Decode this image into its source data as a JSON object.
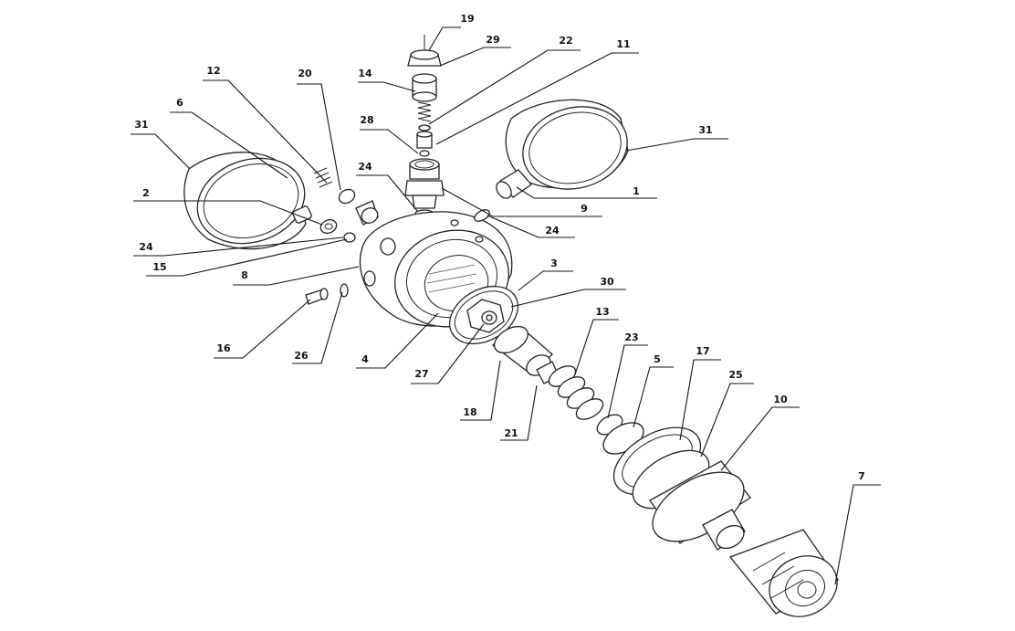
{
  "colors": {
    "line": "#222222",
    "background": "#ffffff"
  },
  "callouts": [
    {
      "id": "c19",
      "label": "19"
    },
    {
      "id": "c29",
      "label": "29"
    },
    {
      "id": "c22",
      "label": "22"
    },
    {
      "id": "c11",
      "label": "11"
    },
    {
      "id": "c14",
      "label": "14"
    },
    {
      "id": "c12",
      "label": "12"
    },
    {
      "id": "c20",
      "label": "20"
    },
    {
      "id": "c6",
      "label": "6"
    },
    {
      "id": "c31a",
      "label": "31"
    },
    {
      "id": "c28",
      "label": "28"
    },
    {
      "id": "c24a",
      "label": "24"
    },
    {
      "id": "c31b",
      "label": "31"
    },
    {
      "id": "c1",
      "label": "1"
    },
    {
      "id": "c9",
      "label": "9"
    },
    {
      "id": "c2",
      "label": "2"
    },
    {
      "id": "c24b",
      "label": "24"
    },
    {
      "id": "c24c",
      "label": "24"
    },
    {
      "id": "c15",
      "label": "15"
    },
    {
      "id": "c8",
      "label": "8"
    },
    {
      "id": "c3",
      "label": "3"
    },
    {
      "id": "c30",
      "label": "30"
    },
    {
      "id": "c16",
      "label": "16"
    },
    {
      "id": "c26",
      "label": "26"
    },
    {
      "id": "c4",
      "label": "4"
    },
    {
      "id": "c13",
      "label": "13"
    },
    {
      "id": "c27",
      "label": "27"
    },
    {
      "id": "c23",
      "label": "23"
    },
    {
      "id": "c5",
      "label": "5"
    },
    {
      "id": "c17",
      "label": "17"
    },
    {
      "id": "c25",
      "label": "25"
    },
    {
      "id": "c18",
      "label": "18"
    },
    {
      "id": "c21",
      "label": "21"
    },
    {
      "id": "c10",
      "label": "10"
    },
    {
      "id": "c7",
      "label": "7"
    }
  ]
}
